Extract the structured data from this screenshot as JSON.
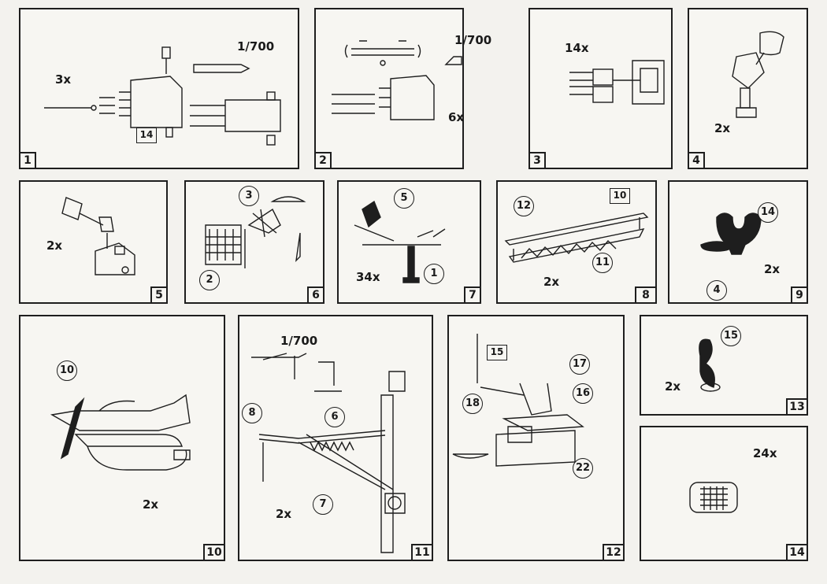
{
  "steps": [
    {
      "number": "1",
      "quantity": "3x",
      "scale": "1/700",
      "part_box": "14"
    },
    {
      "number": "2",
      "quantity": "6x",
      "scale": "1/700"
    },
    {
      "number": "3",
      "quantity": "14x"
    },
    {
      "number": "4",
      "quantity": "2x"
    },
    {
      "number": "5",
      "quantity": "2x"
    },
    {
      "number": "6",
      "parts": [
        "3",
        "2"
      ]
    },
    {
      "number": "7",
      "quantity": "34x",
      "parts": [
        "5",
        "1"
      ]
    },
    {
      "number": "8",
      "quantity": "2x",
      "parts": [
        "12",
        "11"
      ],
      "part_box": "10"
    },
    {
      "number": "9",
      "quantity": "2x",
      "parts": [
        "14",
        "4"
      ]
    },
    {
      "number": "10",
      "quantity": "2x",
      "parts": [
        "10"
      ]
    },
    {
      "number": "11",
      "quantity": "2x",
      "scale": "1/700",
      "parts": [
        "8",
        "6",
        "7"
      ]
    },
    {
      "number": "12",
      "parts": [
        "18",
        "17",
        "16",
        "22"
      ],
      "part_box": "15"
    },
    {
      "number": "13",
      "quantity": "2x",
      "parts": [
        "15"
      ]
    },
    {
      "number": "14",
      "quantity": "24x"
    }
  ]
}
